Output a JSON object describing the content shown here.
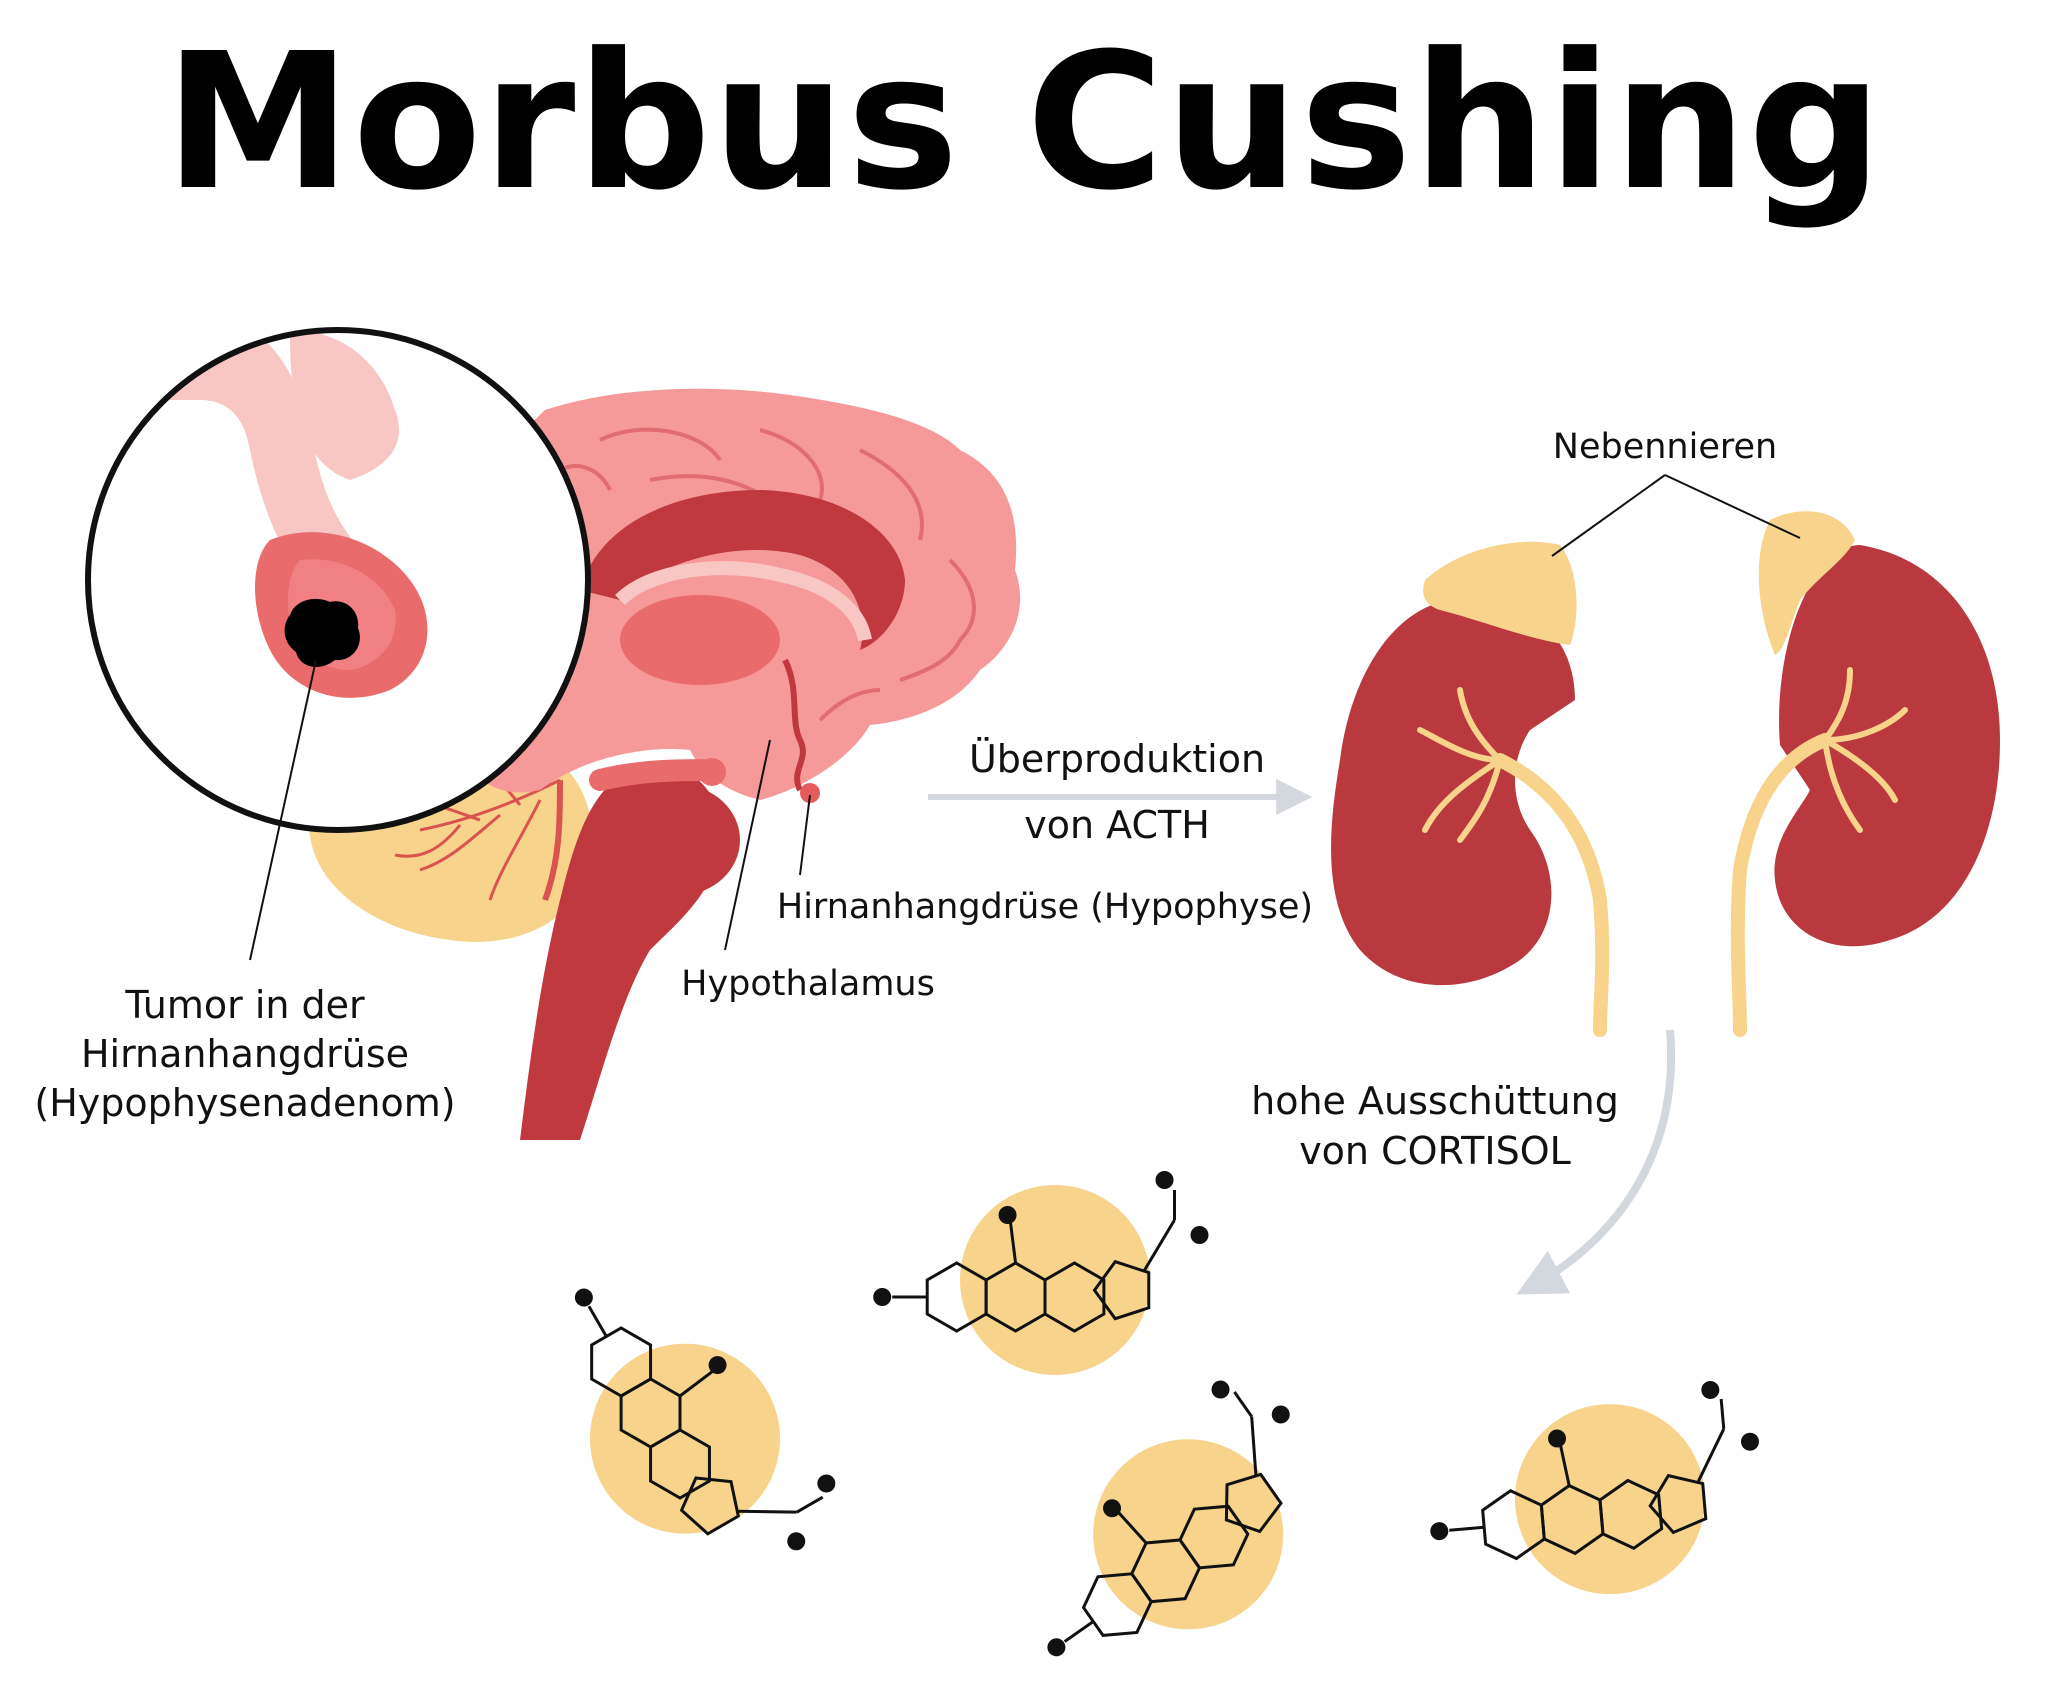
{
  "title": "Morbus Cushing",
  "labels": {
    "tumor_line1": "Tumor in der",
    "tumor_line2": "Hirnanhangdrüse",
    "tumor_line3": "(Hypophysenadenom)",
    "hypothalamus": "Hypothalamus",
    "pituitary": "Hirnanhangdrüse (Hypophyse)",
    "acth_line1": "Überproduktion",
    "acth_line2": "von ACTH",
    "adrenal": "Nebennieren",
    "cortisol_line1": "hohe Ausschüttung",
    "cortisol_line2": "von CORTISOL"
  },
  "colors": {
    "brain_light": "#f59a98",
    "brain_mid": "#ea6b6b",
    "brain_dark": "#c0393f",
    "brain_pale": "#f8c7c4",
    "kidney": "#b9393f",
    "adrenal": "#f7d38c",
    "cortisol_disc": "#f7d38c",
    "arrow": "#d3d8de"
  }
}
